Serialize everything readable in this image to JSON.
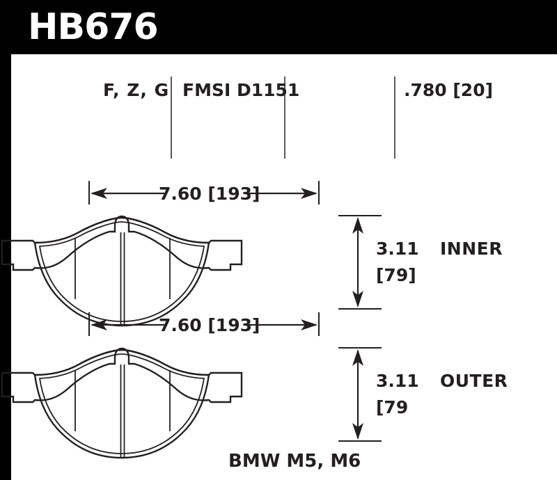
{
  "header": {
    "part_number": "HB676"
  },
  "spec_row": {
    "compounds": "F, Z, G",
    "fmsi": "FMSI D1151",
    "thickness": ".780 [20]"
  },
  "pads": [
    {
      "position_label": "INNER",
      "width_in": "7.60 [193]",
      "height_in": "3.11",
      "height_mm": "[79]"
    },
    {
      "position_label": "OUTER",
      "width_in": "7.60 [193]",
      "height_in": "3.11",
      "height_mm": "[79"
    }
  ],
  "vehicle_application": "BMW M5, M6",
  "colors": {
    "header_background": "#000000",
    "header_text": "#ffffff",
    "sheet_background": "#ffffff",
    "line": "#231f20",
    "divider": "#58595b"
  },
  "icons": {
    "horizontal_dimension": "double-arrow-horizontal-icon",
    "vertical_dimension": "double-arrow-vertical-icon",
    "pad_outline": "brake-pad-outline-icon"
  }
}
